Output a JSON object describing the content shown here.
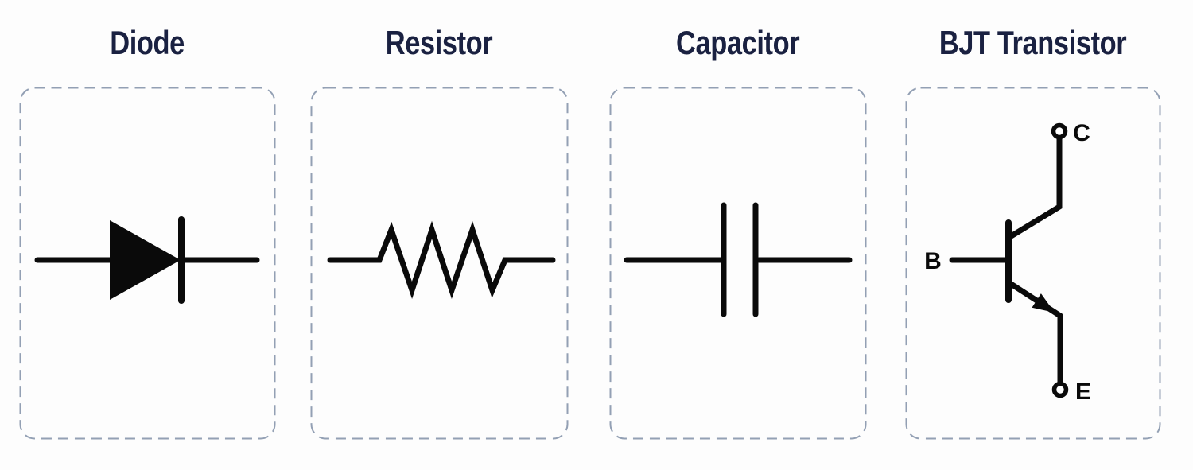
{
  "figure": {
    "description": "Four basic electronic component schematic symbols",
    "colors": {
      "background": "#fdfdfd",
      "title": "#1a2141",
      "border": "#93a0b4",
      "symbol": "#0a0a0a"
    },
    "panels": [
      {
        "title": "Diode",
        "symbol": "diode"
      },
      {
        "title": "Resistor",
        "symbol": "resistor"
      },
      {
        "title": "Capacitor",
        "symbol": "capacitor"
      },
      {
        "title": "BJT Transistor",
        "symbol": "bjt-npn",
        "terminals": {
          "base": "B",
          "collector": "C",
          "emitter": "E"
        }
      }
    ]
  }
}
